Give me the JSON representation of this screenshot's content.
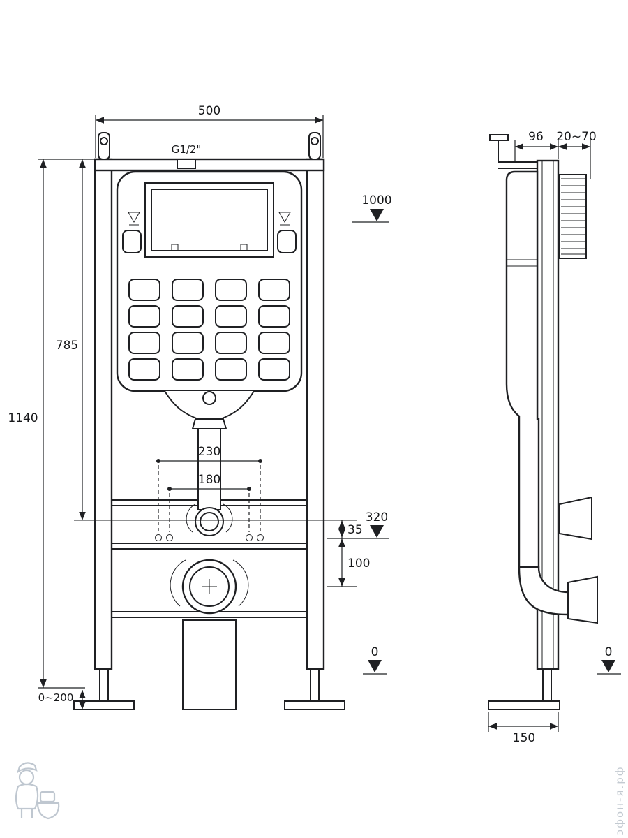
{
  "front_view": {
    "frame_width": "500",
    "thread": "G1/2\"",
    "total_height": "1140",
    "cistern_top_height": "785",
    "plate_level": "1000",
    "outlet_level": "320",
    "offset_35": "35",
    "offset_100": "100",
    "fixing_span_outer": "230",
    "fixing_span_inner": "180",
    "foot_adjust": "0~200",
    "floor_level": "0"
  },
  "side_view": {
    "frame_depth": "96",
    "plate_depth_range": "20~70",
    "base_depth": "150",
    "floor_level": "0"
  },
  "watermark": {
    "site": "эфон-я.рф"
  },
  "colors": {
    "line": "#1f2023",
    "watermark": "#b9c2cb"
  }
}
